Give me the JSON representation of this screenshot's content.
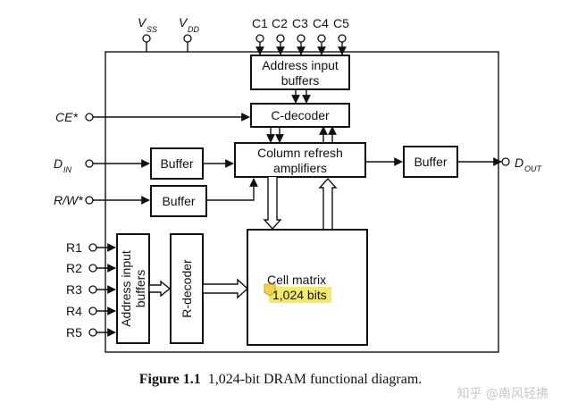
{
  "supply": {
    "vss_main": "V",
    "vss_sub": "SS",
    "vdd_main": "V",
    "vdd_sub": "DD"
  },
  "column_pins": [
    "C1",
    "C2",
    "C3",
    "C4",
    "C5"
  ],
  "row_pins": [
    "R1",
    "R2",
    "R3",
    "R4",
    "R5"
  ],
  "inputs": {
    "ce": "CE*",
    "din_main": "D",
    "din_sub": "IN",
    "rw": "R/W*"
  },
  "output": {
    "dout_main": "D",
    "dout_sub": "OUT"
  },
  "blocks": {
    "address_input_buffers_top": [
      "Address input",
      "buffers"
    ],
    "c_decoder": "C-decoder",
    "column_refresh_amplifiers": [
      "Column refresh",
      "amplifiers"
    ],
    "buffer_din": "Buffer",
    "buffer_rw": "Buffer",
    "buffer_out": "Buffer",
    "address_input_buffers_left": [
      "Address input",
      "buffers"
    ],
    "r_decoder": "R-decoder",
    "cell_matrix_title": "Cell matrix",
    "cell_matrix_bits": "1,024 bits"
  },
  "colors": {
    "highlight": "#f6e96a",
    "note": "#f0d24a"
  },
  "caption": {
    "label": "Figure 1.1",
    "text": "1,024-bit DRAM functional diagram."
  },
  "watermark": "知乎 @南风轻拂"
}
